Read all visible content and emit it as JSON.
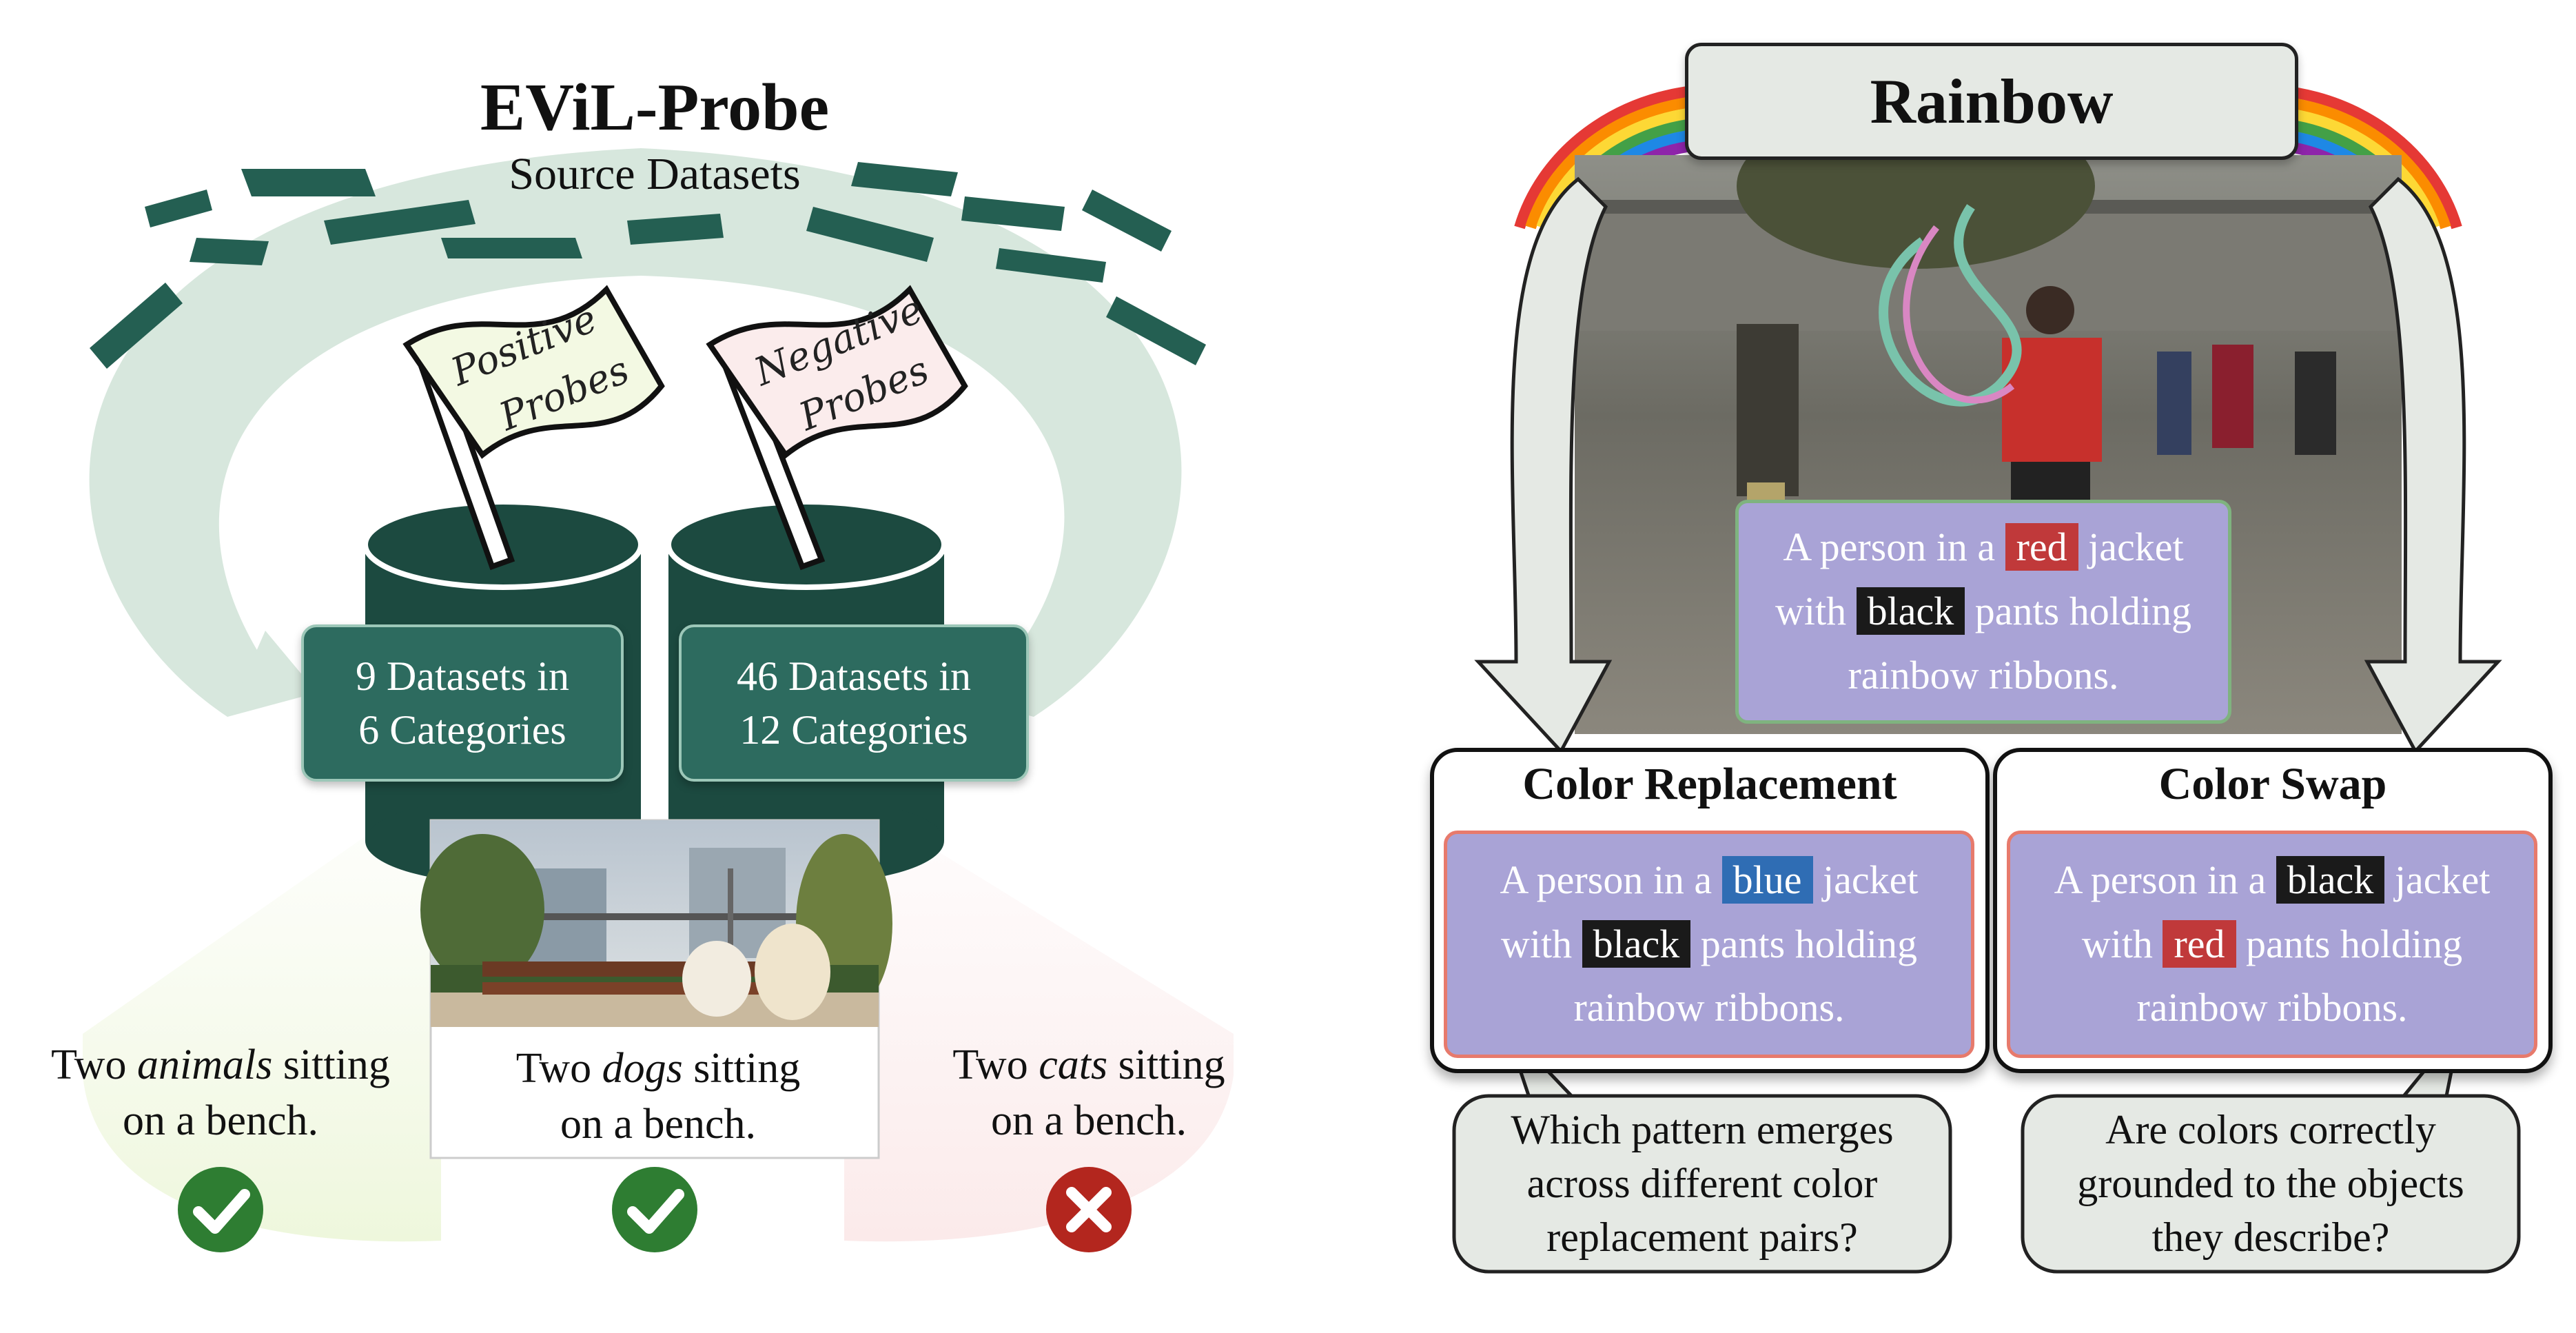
{
  "left_panel": {
    "title": "EViL-Probe",
    "subtitle": "Source Datasets",
    "positive_flag": {
      "line1": "Positive",
      "line2": "Probes"
    },
    "negative_flag": {
      "line1": "Negative",
      "line2": "Probes"
    },
    "positive_box": {
      "line1": "9 Datasets in",
      "line2": "6 Categories"
    },
    "negative_box": {
      "line1": "46 Datasets in",
      "line2": "12 Categories"
    },
    "captions": {
      "animals": {
        "pre": "Two ",
        "em": "animals",
        "post": " sitting",
        "line2": "on a bench."
      },
      "dogs": {
        "pre": "Two ",
        "em": "dogs",
        "post": " sitting",
        "line2": "on a bench."
      },
      "cats": {
        "pre": "Two ",
        "em": "cats",
        "post": " sitting",
        "line2": "on a bench."
      }
    },
    "colors": {
      "dark_green": "#1c4a40",
      "teal": "#2d6b5f",
      "arrow_green": "#d7e7dd",
      "check_green": "#2e7d32",
      "cross_red": "#b3261e"
    }
  },
  "right_panel": {
    "title": "Rainbow",
    "original": {
      "t1": "A person in a ",
      "c1": "red",
      "t2": " jacket",
      "t3": "with ",
      "c2": "black",
      "t4": " pants holding",
      "t5": "rainbow ribbons."
    },
    "replacement": {
      "title": "Color Replacement",
      "t1": "A person in a ",
      "c1": "blue",
      "t2": " jacket",
      "t3": "with ",
      "c2": "black",
      "t4": " pants holding",
      "t5": "rainbow ribbons.",
      "question": [
        "Which pattern emerges",
        "across different color",
        "replacement pairs?"
      ]
    },
    "swap": {
      "title": "Color Swap",
      "t1": "A person in a ",
      "c1": "black",
      "t2": " jacket",
      "t3": "with ",
      "c2": "red",
      "t4": " pants holding",
      "t5": "rainbow ribbons.",
      "question": [
        "Are colors correctly",
        "grounded to the objects",
        "they describe?"
      ]
    },
    "colors": {
      "purple": "#a9a3d6",
      "red_hl": "#c0393a",
      "black_hl": "#1a1a1a",
      "blue_hl": "#2f6db4"
    }
  }
}
